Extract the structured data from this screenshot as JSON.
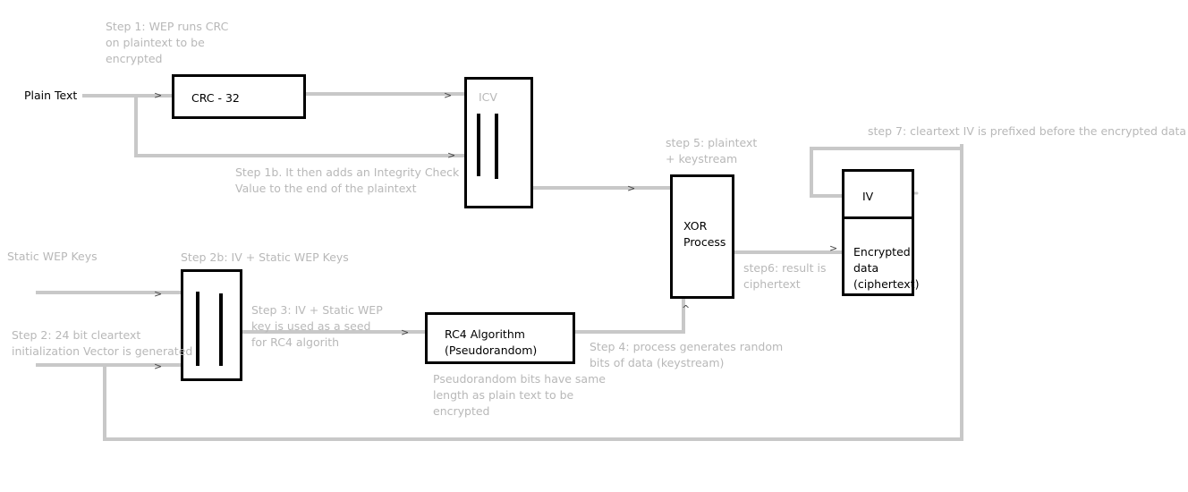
{
  "labels": {
    "plain_text": "Plain Text",
    "step1": "Step 1: WEP runs CRC\non plaintext to be\nencrypted",
    "step1b": "Step 1b. It then adds an Integrity Check\nValue to the end of the plaintext",
    "static_wep_keys": "Static WEP Keys",
    "step2": "Step 2: 24 bit cleartext\ninitialization Vector is generated",
    "step2b": "Step 2b: IV + Static WEP Keys",
    "step3": "Step 3: IV + Static WEP\nkey is used as a seed\nfor RC4 algorith",
    "step4": "Step 4: process generates random\nbits of data (keystream)",
    "pseudorandom_note": "Pseudorandom bits have same\nlength as plain text to be\nencrypted",
    "step5": "step 5: plaintext\n+ keystream",
    "step6": "step6: result is\nciphertext",
    "step7": "step 7: cleartext IV is prefixed before the encrypted data"
  },
  "boxes": {
    "crc": "CRC - 32",
    "icv": "ICV",
    "xor": "XOR\nProcess",
    "rc4": "RC4 Algorithm\n(Pseudorandom)",
    "iv": "IV",
    "encrypted": "Encrypted\ndata\n(ciphertext)"
  },
  "colors": {
    "connector": "#c8c8c8",
    "box_border": "#000000",
    "annotation": "#b8b8b8"
  }
}
